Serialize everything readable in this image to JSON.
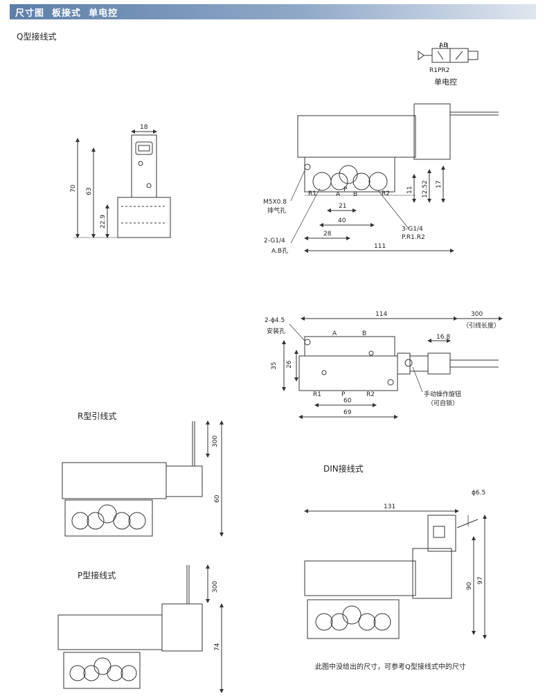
{
  "header": {
    "title": "尺寸图  板接式  单电控"
  },
  "sections": {
    "q_type": "Q型接线式",
    "r_type": "R型引线式",
    "p_type": "P型接线式",
    "din_type": "DIN接线式"
  },
  "symbol": {
    "port_ab": "AB",
    "port_bottom": "R1PR2",
    "caption": "单电控"
  },
  "side_view": {
    "dim_width": "18",
    "dim_height_total": "70",
    "dim_height_63": "63",
    "dim_height_229": "22.9"
  },
  "front_view": {
    "label_m5": "M5X0.8",
    "label_exhaust": "排气孔",
    "label_g14": "2-G1/4",
    "label_ab_hole": "A.B孔",
    "label_3g14": "3-G1/4",
    "label_pr1r2": "P.R1.R2",
    "ports": {
      "r1": "R1",
      "a": "A",
      "p": "P",
      "b": "B",
      "r2": "R2"
    },
    "dim_21": "21",
    "dim_40": "40",
    "dim_28": "28",
    "dim_111": "111",
    "dim_11": "11",
    "dim_1252": "12.52",
    "dim_17": "17"
  },
  "top_view": {
    "label_holes": "2-ϕ4.5",
    "label_mount": "安装孔",
    "dim_114": "114",
    "dim_300": "300",
    "label_lead_length": "（引线长度）",
    "dim_168": "16.8",
    "dim_35": "35",
    "dim_26": "26",
    "dim_60": "60",
    "dim_69": "69",
    "label_manual": "手动操作旋钮",
    "label_lockable": "（可自锁）",
    "ports": {
      "a": "A",
      "b": "B",
      "r1": "R1",
      "p": "P",
      "r2": "R2"
    }
  },
  "r_view": {
    "dim_300": "300",
    "dim_60": "60"
  },
  "p_view": {
    "dim_300": "300",
    "dim_74": "74"
  },
  "din_view": {
    "dim_phi": "ϕ6.5",
    "dim_131": "131",
    "dim_90": "90",
    "dim_97": "97"
  },
  "footnote": "此图中没给出的尺寸，可参考Q型接线式中的尺寸"
}
